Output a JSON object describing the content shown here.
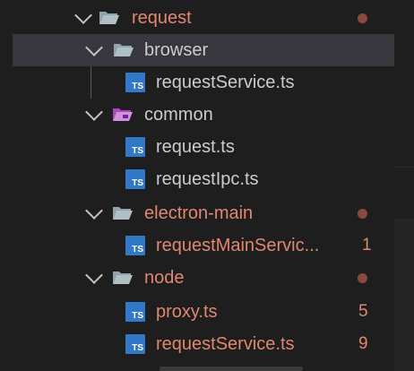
{
  "tree": {
    "items": [
      {
        "label": "request",
        "type": "folder",
        "status": "dot"
      },
      {
        "label": "browser",
        "type": "folder",
        "status": ""
      },
      {
        "label": "requestService.ts",
        "type": "file",
        "icon_text": "TS",
        "status": ""
      },
      {
        "label": "common",
        "type": "folder-special",
        "status": ""
      },
      {
        "label": "request.ts",
        "type": "file",
        "icon_text": "TS",
        "status": ""
      },
      {
        "label": "requestIpc.ts",
        "type": "file",
        "icon_text": "TS",
        "status": ""
      },
      {
        "label": "electron-main",
        "type": "folder",
        "status": "dot"
      },
      {
        "label": "requestMainServic...",
        "type": "file",
        "icon_text": "TS",
        "status": "1"
      },
      {
        "label": "node",
        "type": "folder",
        "status": "dot"
      },
      {
        "label": "proxy.ts",
        "type": "file",
        "icon_text": "TS",
        "status": "5"
      },
      {
        "label": "requestService.ts",
        "type": "file",
        "icon_text": "TS",
        "status": "9"
      }
    ]
  },
  "colors": {
    "background": "#1e1e1e",
    "selected_row": "#37373d",
    "modified_text": "#e2876f",
    "ts_icon": "#3178c6",
    "folder_icon": "#90a4ae",
    "special_folder_icon": "#ab47bc",
    "modified_dot": "#8a4a40"
  },
  "icons": {
    "chevron": "chevron-down-icon",
    "folder": "folder-open-icon",
    "special_folder": "folder-open-special-icon",
    "file": "typescript-file-icon"
  }
}
